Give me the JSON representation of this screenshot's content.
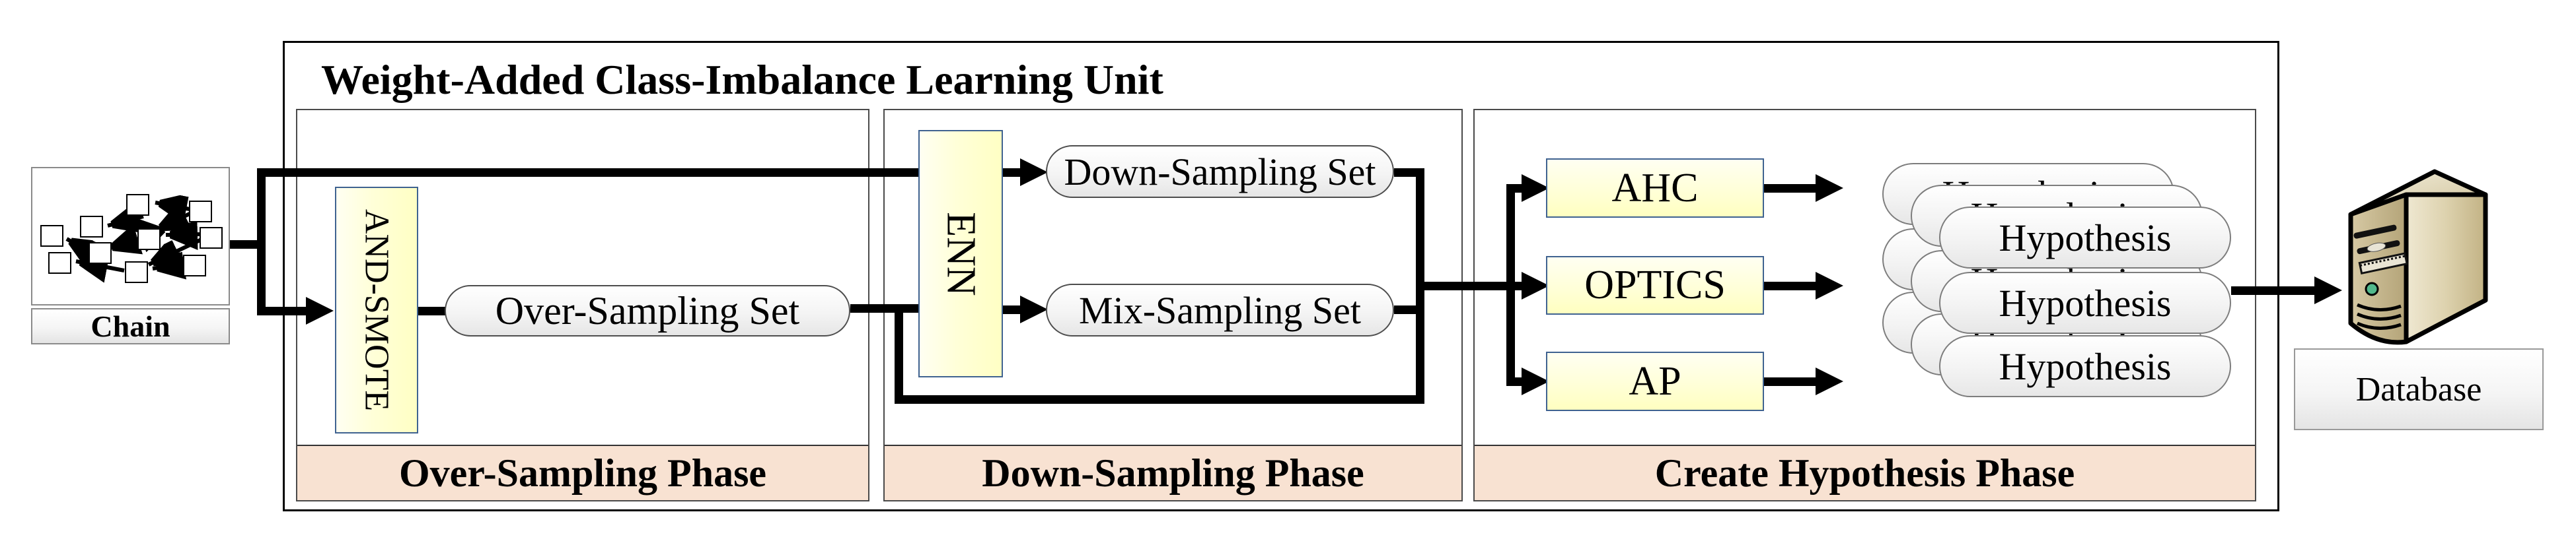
{
  "unit": {
    "title": "Weight-Added Class-Imbalance Learning Unit"
  },
  "phases": {
    "over": {
      "label": "Over-Sampling Phase"
    },
    "down": {
      "label": "Down-Sampling Phase"
    },
    "create": {
      "label": "Create Hypothesis Phase"
    }
  },
  "nodes": {
    "chain": {
      "label": "Chain"
    },
    "and_smote": {
      "label": "AND-SMOTE"
    },
    "over_sampling_set": {
      "label": "Over-Sampling Set"
    },
    "enn": {
      "label": "ENN"
    },
    "down_sampling_set": {
      "label": "Down-Sampling Set"
    },
    "mix_sampling_set": {
      "label": "Mix-Sampling Set"
    },
    "ahc": {
      "label": "AHC"
    },
    "optics": {
      "label": "OPTICS"
    },
    "ap": {
      "label": "AP"
    },
    "hypothesis": {
      "label": "Hypothesis"
    },
    "database": {
      "label": "Database"
    }
  },
  "colors": {
    "process_fill": "#ffffcc",
    "process_border": "#3f6290",
    "phase_band": "#f8e2d2",
    "pill_fill": "#eeeeee",
    "connector": "#000000",
    "server_tan": "#c9ba94",
    "led_green": "#52b88c"
  }
}
